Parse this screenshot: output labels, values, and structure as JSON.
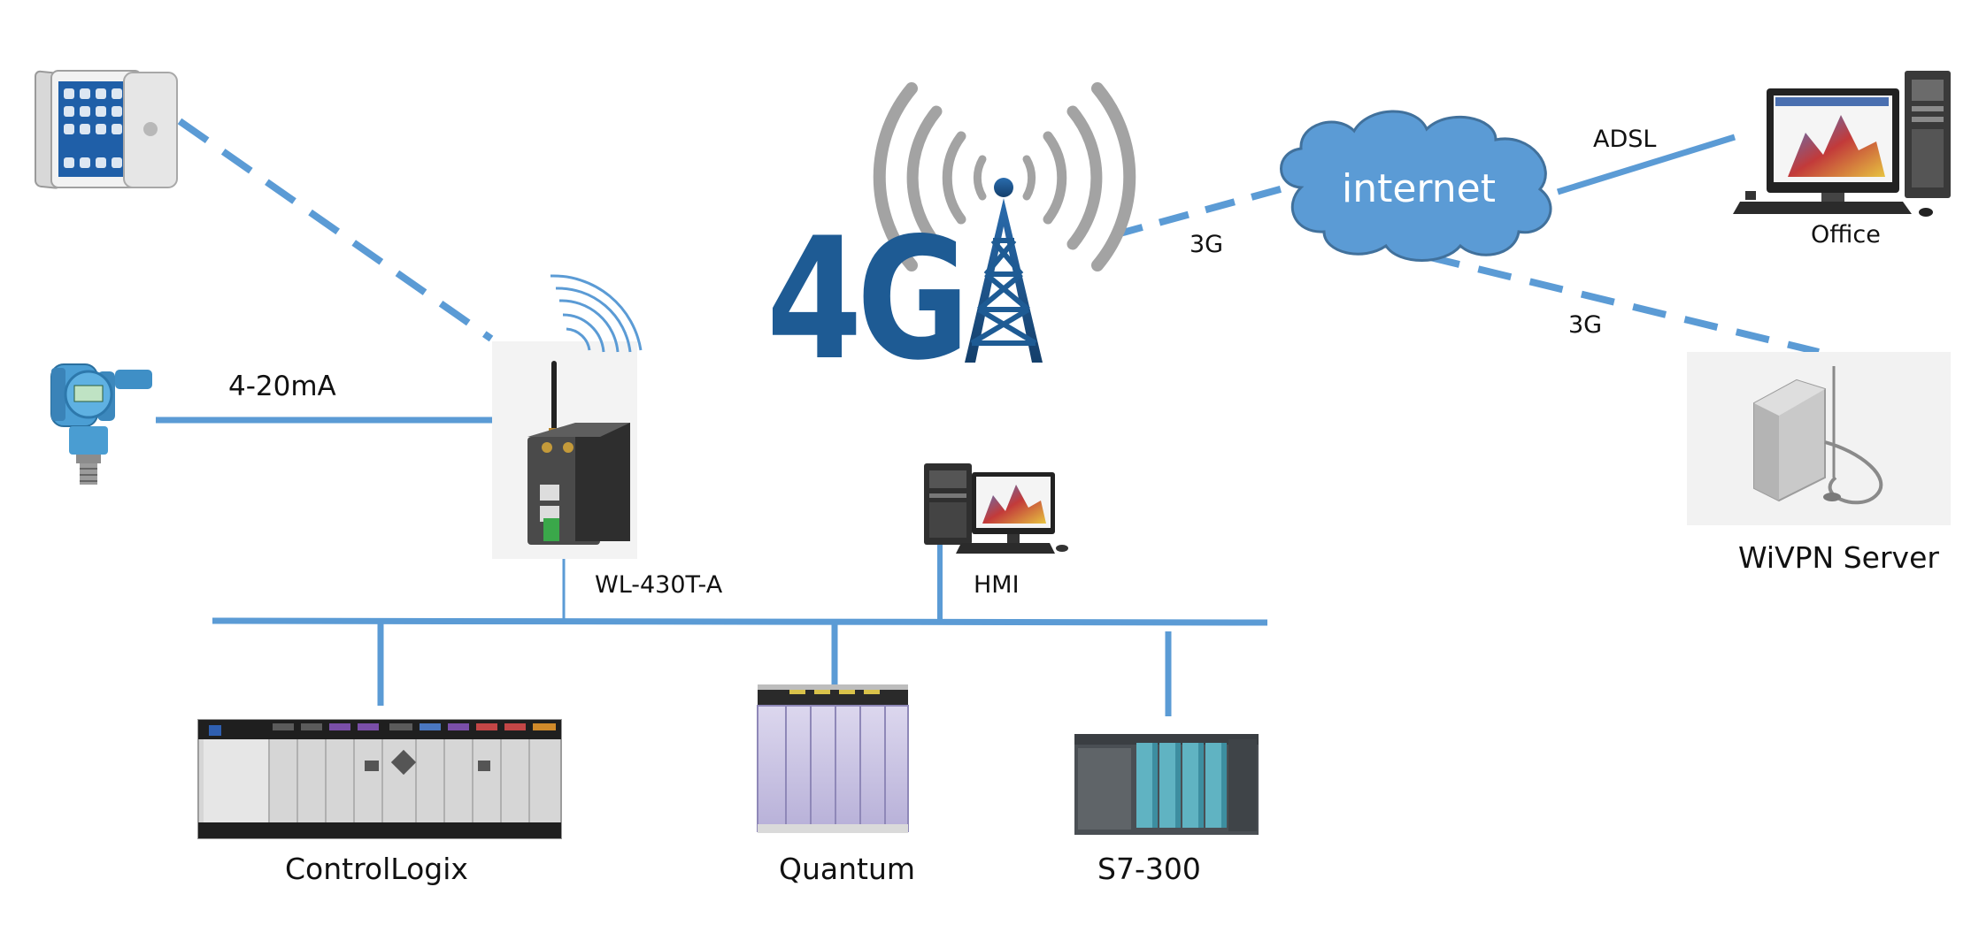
{
  "colors": {
    "link": "#5b9bd5",
    "cloud_fill": "#5b9bd5",
    "cloud_stroke": "#41719c",
    "tower_blue": "#1e5b94",
    "waves_gray": "#9a9a9a"
  },
  "icons": [
    "tablet-icon",
    "pressure-transmitter-icon",
    "router-icon",
    "tower-icon",
    "cloud-icon",
    "office-computer-icon",
    "hmi-computer-icon",
    "vpn-server-icon",
    "controllogix-plc-icon",
    "quantum-plc-icon",
    "s7-300-plc-icon"
  ],
  "banner": {
    "text": "4G"
  },
  "cloud": {
    "label": "internet"
  },
  "links": {
    "sensor": "4-20mA",
    "tower_to_cloud": "3G",
    "cloud_to_office": "ADSL",
    "cloud_to_server": "3G"
  },
  "nodes": {
    "router": "WL-430T-A",
    "hmi": "HMI",
    "office": "Office",
    "server": "WiVPN Server",
    "controllogix": "ControlLogix",
    "quantum": "Quantum",
    "s7300": "S7-300"
  }
}
